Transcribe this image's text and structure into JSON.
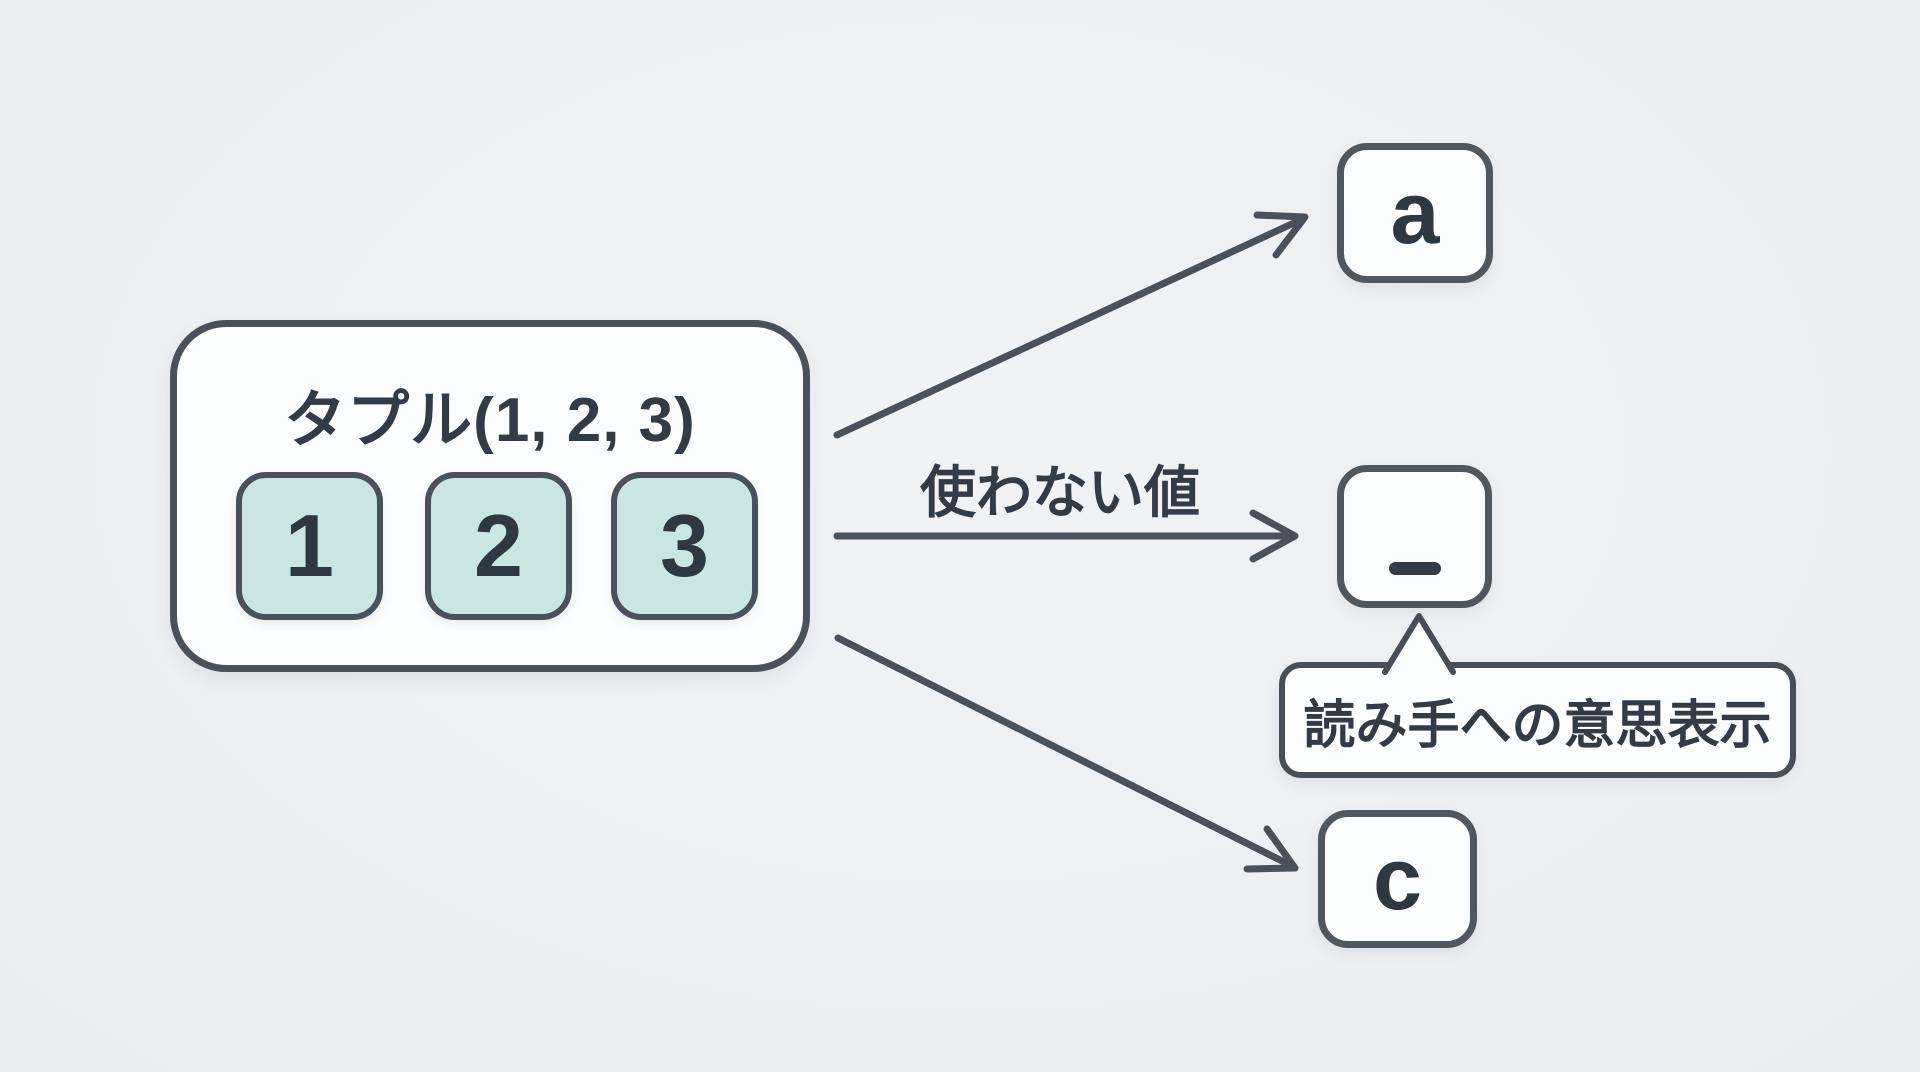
{
  "diagram": {
    "tuple": {
      "title": "タプル(1, 2, 3)",
      "items": [
        "1",
        "2",
        "3"
      ]
    },
    "arrow_label": "使わない値",
    "targets": {
      "first": {
        "label": "a"
      },
      "unused": {
        "label": "_"
      },
      "third": {
        "label": "c"
      }
    },
    "callout": {
      "text": "読み手への意思表示"
    },
    "colors": {
      "background": "#edeff4",
      "stroke": "#4a515a",
      "text": "#323b46",
      "tile_fill": "#c9e6e4",
      "box_fill": "#fcfdfe"
    }
  }
}
